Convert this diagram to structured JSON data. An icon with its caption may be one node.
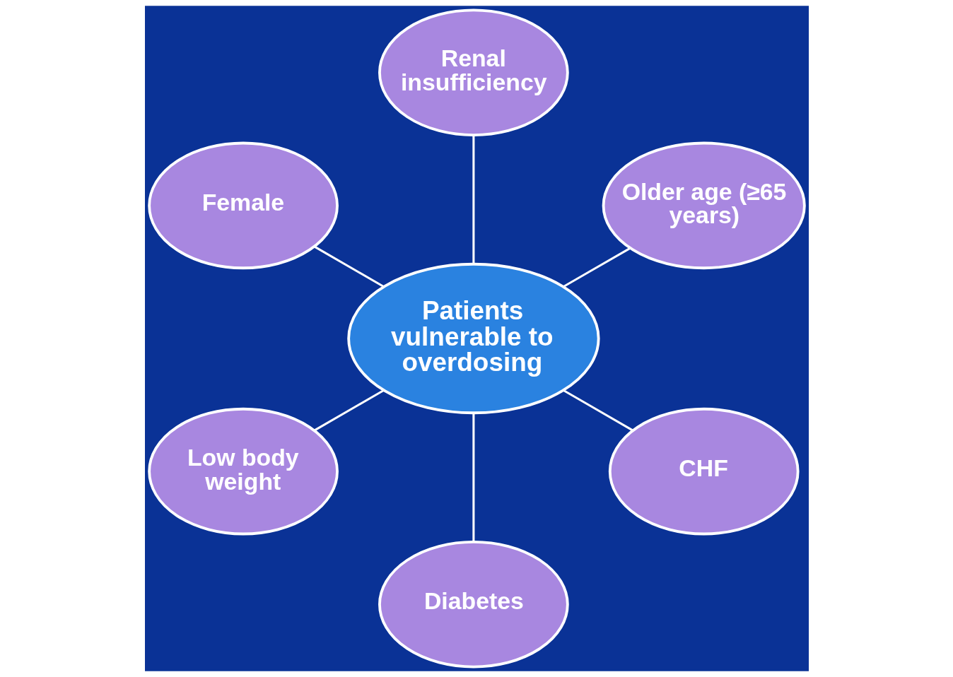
{
  "diagram": {
    "nodes": [
      {
        "text": [
          "Older age (≥65 years)"
        ]
      },
      {
        "text": [
          "Renal insufficiency"
        ]
      },
      {
        "text": [
          "Female"
        ]
      },
      {
        "text": [
          "Patients vulnerable to overdosing"
        ]
      },
      {
        "text": [
          "Low body weight"
        ]
      },
      {
        "text": [
          "Diabetes"
        ]
      },
      {
        "text": [
          "CHF"
        ]
      }
    ],
    "edges": [
      {
        "from": 3,
        "to": 0,
        "arrow": "none"
      },
      {
        "from": 3,
        "to": 1,
        "arrow": "none"
      },
      {
        "from": 3,
        "to": 2,
        "arrow": "none"
      },
      {
        "from": 3,
        "to": 4,
        "arrow": "none"
      },
      {
        "from": 3,
        "to": 5,
        "arrow": "none"
      },
      {
        "from": 3,
        "to": 6,
        "arrow": "none"
      }
    ]
  }
}
